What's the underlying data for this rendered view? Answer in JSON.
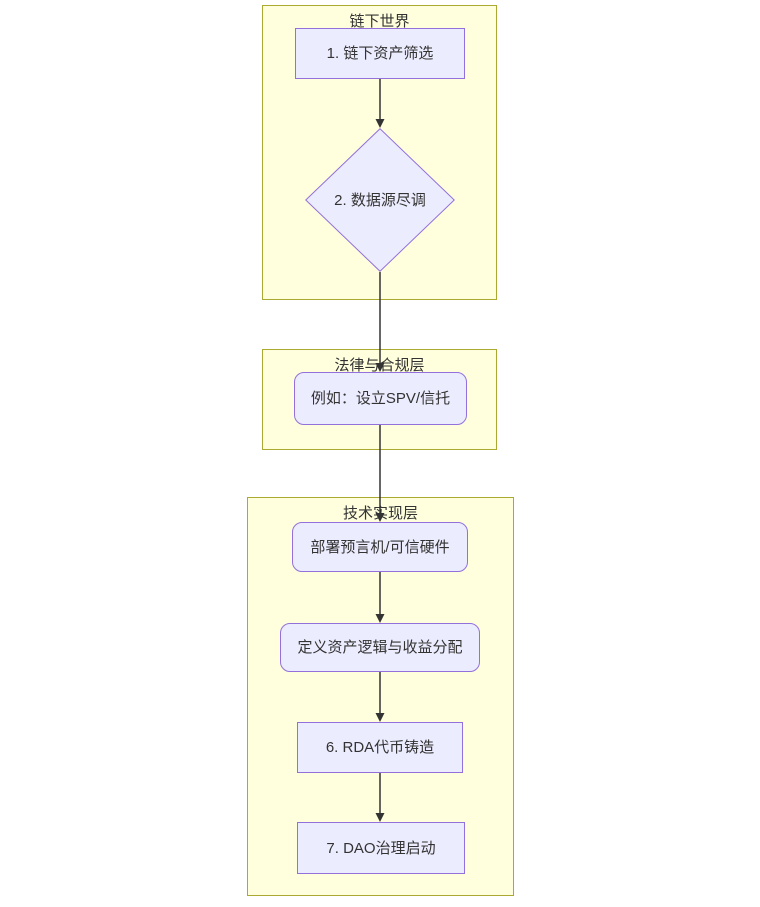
{
  "diagram": {
    "type": "flowchart-top-down",
    "colors": {
      "node_fill": "#ECECFF",
      "node_border": "#9370DB",
      "subgraph_fill": "#FFFFDE",
      "subgraph_border": "#AAAA33",
      "edge": "#333333",
      "text": "#333333",
      "background": "#FFFFFF"
    },
    "subgraphs": [
      {
        "id": "offchain",
        "title": "链下世界"
      },
      {
        "id": "legal",
        "title": "法律与合规层"
      },
      {
        "id": "tech",
        "title": "技术实现层"
      }
    ],
    "nodes": [
      {
        "id": "n1",
        "label": "1. 链下资产筛选",
        "shape": "rectangle",
        "subgraph": "链下世界"
      },
      {
        "id": "n2",
        "label": "2. 数据源尽调",
        "shape": "diamond",
        "subgraph": "链下世界"
      },
      {
        "id": "n3",
        "label": "例如：设立SPV/信托",
        "shape": "rounded",
        "subgraph": "法律与合规层"
      },
      {
        "id": "n4",
        "label": "部署预言机/可信硬件",
        "shape": "rounded",
        "subgraph": "技术实现层"
      },
      {
        "id": "n5",
        "label": "定义资产逻辑与收益分配",
        "shape": "rounded",
        "subgraph": "技术实现层"
      },
      {
        "id": "n6",
        "label": "6. RDA代币铸造",
        "shape": "rectangle",
        "subgraph": "技术实现层"
      },
      {
        "id": "n7",
        "label": "7. DAO治理启动",
        "shape": "rectangle",
        "subgraph": "技术实现层"
      }
    ],
    "edges": [
      {
        "from": "n1",
        "to": "n2"
      },
      {
        "from": "n2",
        "to": "n3"
      },
      {
        "from": "n3",
        "to": "n4"
      },
      {
        "from": "n4",
        "to": "n5"
      },
      {
        "from": "n5",
        "to": "n6"
      },
      {
        "from": "n6",
        "to": "n7"
      }
    ]
  }
}
